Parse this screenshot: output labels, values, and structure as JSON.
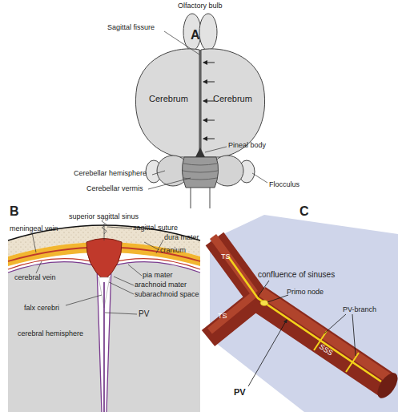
{
  "diagram": {
    "labels": [
      "A",
      "Olfactory bulb",
      "Sagittal fissure",
      "Cerebrum",
      "Cerebrum",
      "Pineal body",
      "Cerebellar hemisphere",
      "Cerebellar vermis",
      "Flocculus",
      "B",
      "meningeal vein",
      "superior sagittal sinus",
      "sagittal suture",
      "dura mater",
      "cranium",
      "cerebral vein",
      "pia mater",
      "arachnoid mater",
      "subarachnoid space",
      "falx cerebri",
      "PV",
      "cerebral hemisphere",
      "C",
      "TS",
      "TS",
      "confluence of sinuses",
      "Primo node",
      "PV-branch",
      "SSS",
      "PV"
    ]
  }
}
